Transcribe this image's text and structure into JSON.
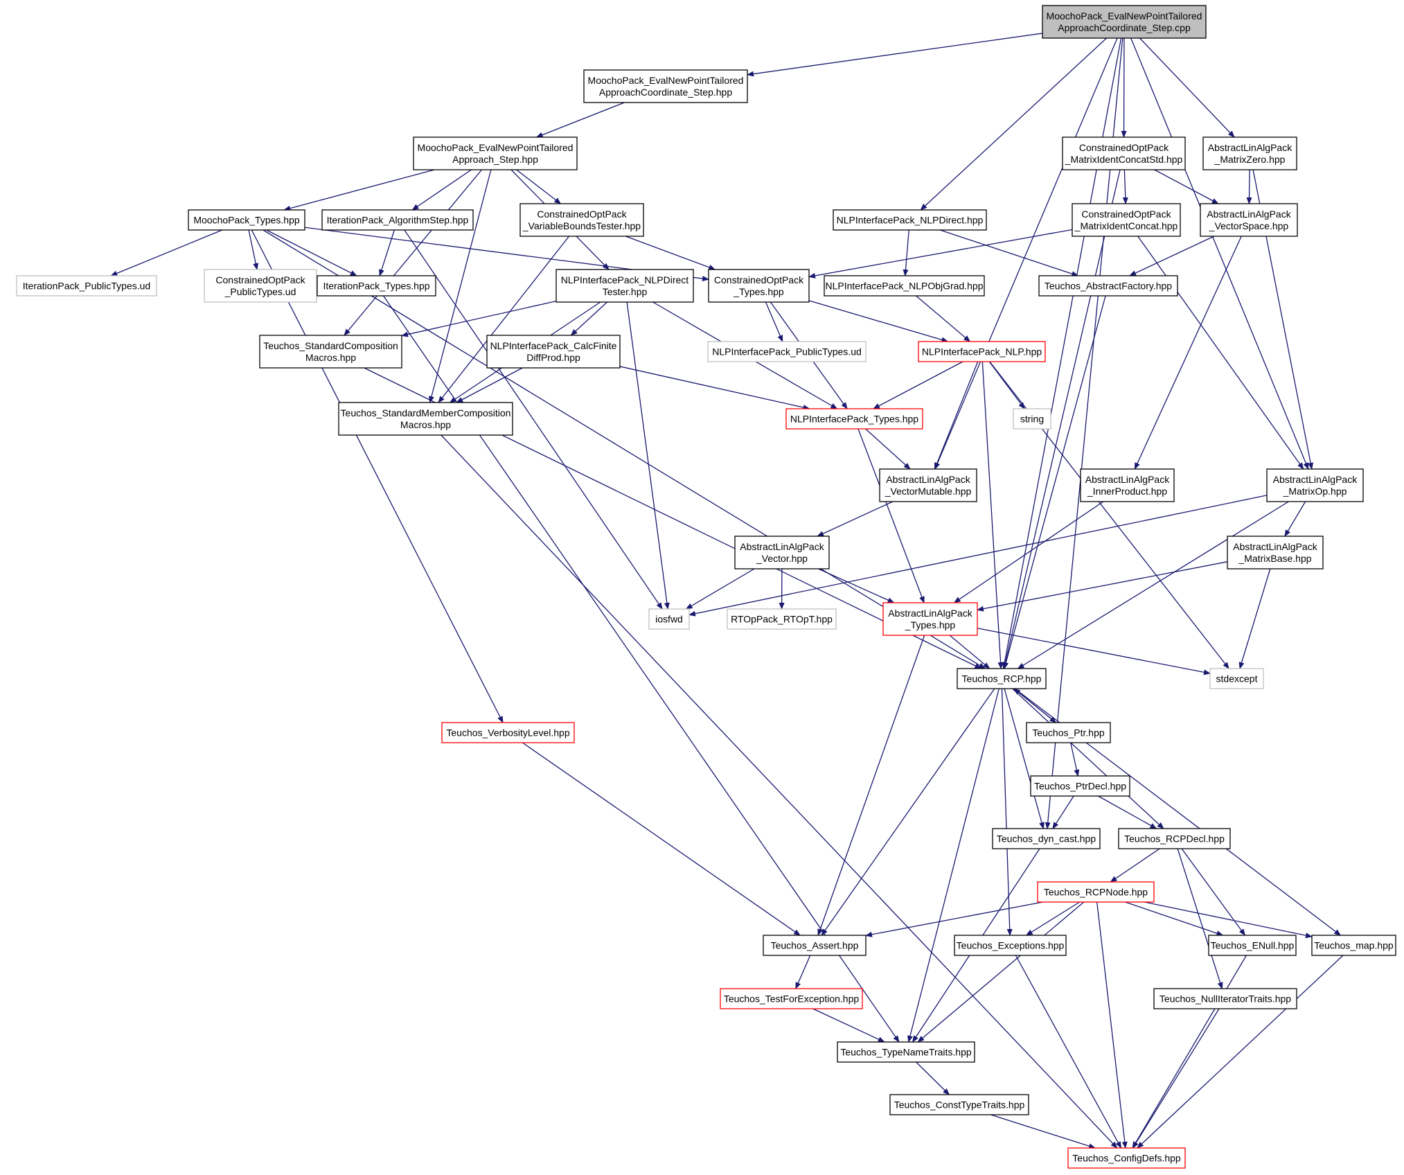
{
  "colors": {
    "edge": "#191970",
    "border_normal": "#000000",
    "border_truncated": "#ff0000",
    "border_external": "#bfbfbf",
    "root_fill": "#bfbfbf",
    "node_fill": "#ffffff"
  },
  "nodes": [
    {
      "id": "root",
      "lines": [
        "MoochoPack_EvalNewPointTailored",
        "ApproachCoordinate_Step.cpp"
      ],
      "kind": "root"
    },
    {
      "id": "tacs_hpp",
      "lines": [
        "MoochoPack_EvalNewPointTailored",
        "ApproachCoordinate_Step.hpp"
      ],
      "kind": "normal"
    },
    {
      "id": "tas_hpp",
      "lines": [
        "MoochoPack_EvalNewPointTailored",
        "Approach_Step.hpp"
      ],
      "kind": "normal"
    },
    {
      "id": "mp_types",
      "lines": [
        "MoochoPack_Types.hpp"
      ],
      "kind": "normal"
    },
    {
      "id": "ip_algstep",
      "lines": [
        "IterationPack_AlgorithmStep.hpp"
      ],
      "kind": "normal"
    },
    {
      "id": "co_vbt",
      "lines": [
        "ConstrainedOptPack",
        "_VariableBoundsTester.hpp"
      ],
      "kind": "normal"
    },
    {
      "id": "ip_pubtypes",
      "lines": [
        "IterationPack_PublicTypes.ud"
      ],
      "kind": "external"
    },
    {
      "id": "co_pubtypes",
      "lines": [
        "ConstrainedOptPack",
        "_PublicTypes.ud"
      ],
      "kind": "external"
    },
    {
      "id": "ip_types",
      "lines": [
        "IterationPack_Types.hpp"
      ],
      "kind": "normal"
    },
    {
      "id": "nlp_dirtester",
      "lines": [
        "NLPInterfacePack_NLPDirect",
        "Tester.hpp"
      ],
      "kind": "normal"
    },
    {
      "id": "co_types",
      "lines": [
        "ConstrainedOptPack",
        "_Types.hpp"
      ],
      "kind": "normal"
    },
    {
      "id": "nlp_direct",
      "lines": [
        "NLPInterfacePack_NLPDirect.hpp"
      ],
      "kind": "normal"
    },
    {
      "id": "co_mics",
      "lines": [
        "ConstrainedOptPack",
        "_MatrixIdentConcatStd.hpp"
      ],
      "kind": "normal"
    },
    {
      "id": "co_mic",
      "lines": [
        "ConstrainedOptPack",
        "_MatrixIdentConcat.hpp"
      ],
      "kind": "normal"
    },
    {
      "id": "ala_mzero",
      "lines": [
        "AbstractLinAlgPack",
        "_MatrixZero.hpp"
      ],
      "kind": "normal"
    },
    {
      "id": "ala_vspace",
      "lines": [
        "AbstractLinAlgPack",
        "_VectorSpace.hpp"
      ],
      "kind": "normal"
    },
    {
      "id": "t_stdcomp",
      "lines": [
        "Teuchos_StandardComposition",
        "Macros.hpp"
      ],
      "kind": "normal"
    },
    {
      "id": "nlp_cfd",
      "lines": [
        "NLPInterfacePack_CalcFinite",
        "DiffProd.hpp"
      ],
      "kind": "normal"
    },
    {
      "id": "nlp_pubtypes",
      "lines": [
        "NLPInterfacePack_PublicTypes.ud"
      ],
      "kind": "external"
    },
    {
      "id": "nlp_objgrad",
      "lines": [
        "NLPInterfacePack_NLPObjGrad.hpp"
      ],
      "kind": "normal"
    },
    {
      "id": "t_absfact",
      "lines": [
        "Teuchos_AbstractFactory.hpp"
      ],
      "kind": "normal"
    },
    {
      "id": "nlp_nlp",
      "lines": [
        "NLPInterfacePack_NLP.hpp"
      ],
      "kind": "truncated"
    },
    {
      "id": "t_stdmem",
      "lines": [
        "Teuchos_StandardMemberComposition",
        "Macros.hpp"
      ],
      "kind": "normal"
    },
    {
      "id": "nlp_types",
      "lines": [
        "NLPInterfacePack_Types.hpp"
      ],
      "kind": "truncated"
    },
    {
      "id": "string",
      "lines": [
        "string"
      ],
      "kind": "external"
    },
    {
      "id": "ala_vmut",
      "lines": [
        "AbstractLinAlgPack",
        "_VectorMutable.hpp"
      ],
      "kind": "normal"
    },
    {
      "id": "ala_inner",
      "lines": [
        "AbstractLinAlgPack",
        "_InnerProduct.hpp"
      ],
      "kind": "normal"
    },
    {
      "id": "ala_mop",
      "lines": [
        "AbstractLinAlgPack",
        "_MatrixOp.hpp"
      ],
      "kind": "normal"
    },
    {
      "id": "ala_vector",
      "lines": [
        "AbstractLinAlgPack",
        "_Vector.hpp"
      ],
      "kind": "normal"
    },
    {
      "id": "ala_mbase",
      "lines": [
        "AbstractLinAlgPack",
        "_MatrixBase.hpp"
      ],
      "kind": "normal"
    },
    {
      "id": "iosfwd",
      "lines": [
        "iosfwd"
      ],
      "kind": "external"
    },
    {
      "id": "rtop",
      "lines": [
        "RTOpPack_RTOpT.hpp"
      ],
      "kind": "external"
    },
    {
      "id": "ala_types",
      "lines": [
        "AbstractLinAlgPack",
        "_Types.hpp"
      ],
      "kind": "truncated"
    },
    {
      "id": "t_rcp",
      "lines": [
        "Teuchos_RCP.hpp"
      ],
      "kind": "normal"
    },
    {
      "id": "stdexcept",
      "lines": [
        "stdexcept"
      ],
      "kind": "external"
    },
    {
      "id": "t_verb",
      "lines": [
        "Teuchos_VerbosityLevel.hpp"
      ],
      "kind": "truncated"
    },
    {
      "id": "t_ptr",
      "lines": [
        "Teuchos_Ptr.hpp"
      ],
      "kind": "normal"
    },
    {
      "id": "t_ptrdecl",
      "lines": [
        "Teuchos_PtrDecl.hpp"
      ],
      "kind": "normal"
    },
    {
      "id": "t_dyncast",
      "lines": [
        "Teuchos_dyn_cast.hpp"
      ],
      "kind": "normal"
    },
    {
      "id": "t_rcpdecl",
      "lines": [
        "Teuchos_RCPDecl.hpp"
      ],
      "kind": "normal"
    },
    {
      "id": "t_rcpnode",
      "lines": [
        "Teuchos_RCPNode.hpp"
      ],
      "kind": "truncated"
    },
    {
      "id": "t_assert",
      "lines": [
        "Teuchos_Assert.hpp"
      ],
      "kind": "normal"
    },
    {
      "id": "t_except",
      "lines": [
        "Teuchos_Exceptions.hpp"
      ],
      "kind": "normal"
    },
    {
      "id": "t_enull",
      "lines": [
        "Teuchos_ENull.hpp"
      ],
      "kind": "normal"
    },
    {
      "id": "t_map",
      "lines": [
        "Teuchos_map.hpp"
      ],
      "kind": "normal"
    },
    {
      "id": "t_tfe",
      "lines": [
        "Teuchos_TestForException.hpp"
      ],
      "kind": "truncated"
    },
    {
      "id": "t_nullit",
      "lines": [
        "Teuchos_NullIteratorTraits.hpp"
      ],
      "kind": "normal"
    },
    {
      "id": "t_tnt",
      "lines": [
        "Teuchos_TypeNameTraits.hpp"
      ],
      "kind": "normal"
    },
    {
      "id": "t_ctt",
      "lines": [
        "Teuchos_ConstTypeTraits.hpp"
      ],
      "kind": "normal"
    },
    {
      "id": "t_config",
      "lines": [
        "Teuchos_ConfigDefs.hpp"
      ],
      "kind": "truncated"
    }
  ],
  "edges": [
    [
      "root",
      "tacs_hpp"
    ],
    [
      "root",
      "nlp_direct"
    ],
    [
      "root",
      "co_mics"
    ],
    [
      "root",
      "ala_mzero"
    ],
    [
      "root",
      "ala_vmut"
    ],
    [
      "root",
      "ala_mop"
    ],
    [
      "root",
      "t_rcp"
    ],
    [
      "root",
      "t_dyncast"
    ],
    [
      "tacs_hpp",
      "tas_hpp"
    ],
    [
      "tas_hpp",
      "mp_types"
    ],
    [
      "tas_hpp",
      "ip_algstep"
    ],
    [
      "tas_hpp",
      "co_vbt"
    ],
    [
      "tas_hpp",
      "nlp_dirtester"
    ],
    [
      "tas_hpp",
      "t_stdcomp"
    ],
    [
      "tas_hpp",
      "t_stdmem"
    ],
    [
      "mp_types",
      "ip_pubtypes"
    ],
    [
      "mp_types",
      "co_pubtypes"
    ],
    [
      "mp_types",
      "ip_types"
    ],
    [
      "mp_types",
      "co_types"
    ],
    [
      "mp_types",
      "t_verb"
    ],
    [
      "mp_types",
      "t_rcp"
    ],
    [
      "ip_algstep",
      "ip_types"
    ],
    [
      "ip_algstep",
      "iosfwd"
    ],
    [
      "ip_types",
      "t_tnt"
    ],
    [
      "co_vbt",
      "co_types"
    ],
    [
      "co_vbt",
      "t_stdmem"
    ],
    [
      "nlp_dirtester",
      "t_stdcomp"
    ],
    [
      "nlp_dirtester",
      "nlp_cfd"
    ],
    [
      "nlp_dirtester",
      "t_stdmem"
    ],
    [
      "nlp_dirtester",
      "nlp_types"
    ],
    [
      "nlp_dirtester",
      "iosfwd"
    ],
    [
      "co_types",
      "nlp_pubtypes"
    ],
    [
      "co_types",
      "nlp_nlp"
    ],
    [
      "co_types",
      "nlp_types"
    ],
    [
      "nlp_direct",
      "nlp_objgrad"
    ],
    [
      "nlp_direct",
      "t_absfact"
    ],
    [
      "nlp_objgrad",
      "nlp_nlp"
    ],
    [
      "co_mics",
      "co_mic"
    ],
    [
      "co_mics",
      "ala_vspace"
    ],
    [
      "co_mics",
      "t_rcp"
    ],
    [
      "co_mic",
      "co_types"
    ],
    [
      "co_mic",
      "ala_mop"
    ],
    [
      "ala_mzero",
      "ala_vspace"
    ],
    [
      "ala_mzero",
      "ala_mop"
    ],
    [
      "ala_vspace",
      "t_absfact"
    ],
    [
      "ala_vspace",
      "ala_inner"
    ],
    [
      "t_stdcomp",
      "t_rcp"
    ],
    [
      "nlp_cfd",
      "t_stdmem"
    ],
    [
      "nlp_cfd",
      "nlp_types"
    ],
    [
      "t_absfact",
      "t_rcp"
    ],
    [
      "nlp_nlp",
      "nlp_types"
    ],
    [
      "nlp_nlp",
      "string"
    ],
    [
      "nlp_nlp",
      "ala_vmut"
    ],
    [
      "nlp_nlp",
      "t_rcp"
    ],
    [
      "nlp_nlp",
      "stdexcept"
    ],
    [
      "t_stdmem",
      "t_config"
    ],
    [
      "nlp_types",
      "ala_vmut"
    ],
    [
      "nlp_types",
      "ala_types"
    ],
    [
      "ala_vmut",
      "ala_vector"
    ],
    [
      "ala_inner",
      "ala_types"
    ],
    [
      "ala_mop",
      "iosfwd"
    ],
    [
      "ala_mop",
      "ala_mbase"
    ],
    [
      "ala_mop",
      "t_rcp"
    ],
    [
      "ala_vector",
      "iosfwd"
    ],
    [
      "ala_vector",
      "rtop"
    ],
    [
      "ala_vector",
      "ala_types"
    ],
    [
      "ala_mbase",
      "ala_types"
    ],
    [
      "ala_mbase",
      "stdexcept"
    ],
    [
      "ala_types",
      "t_rcp"
    ],
    [
      "ala_types",
      "stdexcept"
    ],
    [
      "ala_types",
      "t_assert"
    ],
    [
      "t_rcp",
      "t_ptr"
    ],
    [
      "t_rcp",
      "t_rcpdecl"
    ],
    [
      "t_rcp",
      "t_dyncast"
    ],
    [
      "t_rcp",
      "t_assert"
    ],
    [
      "t_rcp",
      "t_except"
    ],
    [
      "t_rcp",
      "t_map"
    ],
    [
      "t_rcp",
      "t_tnt"
    ],
    [
      "t_ptr",
      "t_rcp"
    ],
    [
      "t_ptr",
      "t_ptrdecl"
    ],
    [
      "t_ptrdecl",
      "t_dyncast"
    ],
    [
      "t_ptrdecl",
      "t_rcpdecl"
    ],
    [
      "t_dyncast",
      "t_tnt"
    ],
    [
      "t_rcpdecl",
      "t_rcpnode"
    ],
    [
      "t_rcpdecl",
      "t_enull"
    ],
    [
      "t_rcpdecl",
      "t_nullit"
    ],
    [
      "t_rcpnode",
      "t_assert"
    ],
    [
      "t_rcpnode",
      "t_except"
    ],
    [
      "t_rcpnode",
      "t_enull"
    ],
    [
      "t_rcpnode",
      "t_map"
    ],
    [
      "t_rcpnode",
      "t_tnt"
    ],
    [
      "t_rcpnode",
      "t_config"
    ],
    [
      "t_verb",
      "t_assert"
    ],
    [
      "t_assert",
      "t_tfe"
    ],
    [
      "t_tfe",
      "t_tnt"
    ],
    [
      "t_except",
      "t_config"
    ],
    [
      "t_enull",
      "t_config"
    ],
    [
      "t_map",
      "t_config"
    ],
    [
      "t_nullit",
      "t_config"
    ],
    [
      "t_tnt",
      "t_ctt"
    ],
    [
      "t_ctt",
      "t_config"
    ]
  ]
}
